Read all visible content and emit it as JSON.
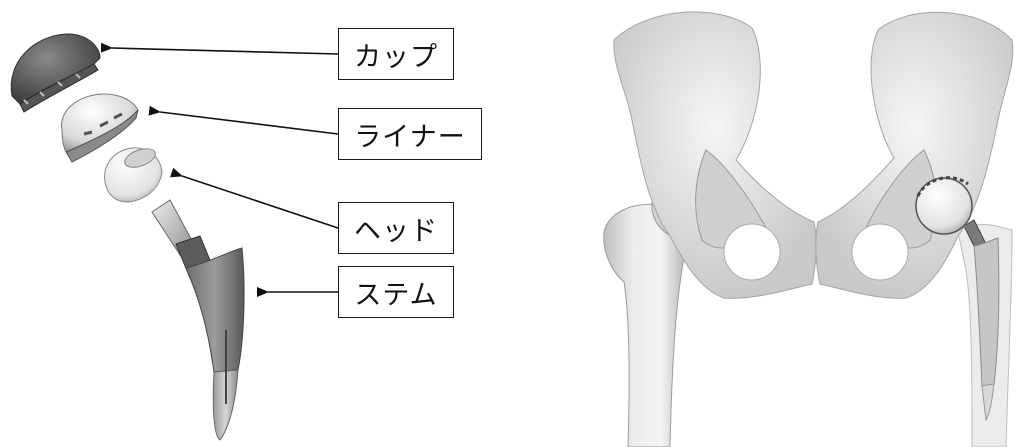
{
  "labels": {
    "cup": "カップ",
    "liner": "ライナー",
    "head": "ヘッド",
    "stem": "ステム"
  }
}
